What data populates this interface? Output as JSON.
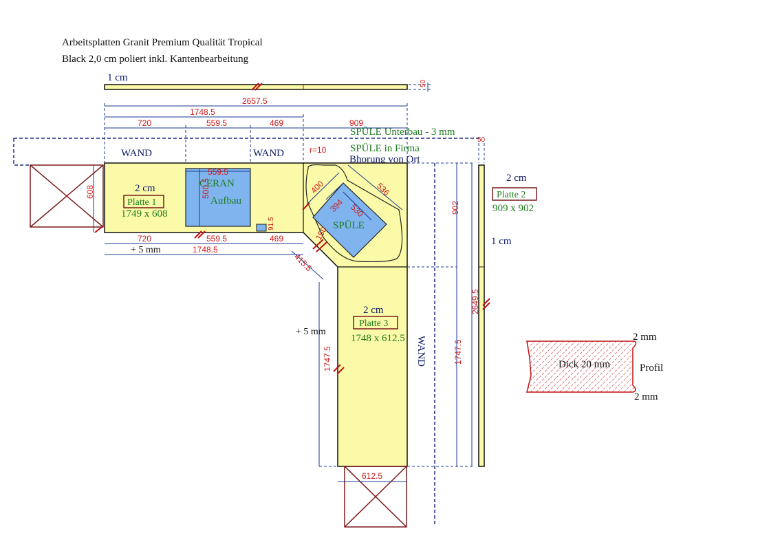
{
  "header": {
    "line1": "Arbeitsplatten Granit Premium Qualität Tropical",
    "line2": "Black 2,0 cm poliert inkl. Kantenbearbeitung"
  },
  "labels": {
    "top_strip_thickness": "1 cm",
    "wand_left": "WAND",
    "wand_mid": "WAND",
    "wand_right": "WAND",
    "spuele_unterbau": "SPÜLE  Unterbau - 3 mm",
    "spuele_firma": "SPÜLE in Firma",
    "bohrung": "Bhorung von Ort",
    "radius": "r=10",
    "ceran": "CERAN",
    "aufbau": "Aufbau",
    "spuele": "SPÜLE",
    "plus5_left": "+ 5 mm",
    "plus5_bottom": "+ 5 mm",
    "right_strip_thickness": "1 cm",
    "profil": "Profil",
    "profil_dick": "Dick 20 mm",
    "profil_top": "2 mm",
    "profil_bottom": "2 mm"
  },
  "plates": [
    {
      "thickness": "2 cm",
      "name": "Platte 1",
      "size": "1749 x 608"
    },
    {
      "thickness": "2 cm",
      "name": "Platte 2",
      "size": "909 x 902"
    },
    {
      "thickness": "2 cm",
      "name": "Platte 3",
      "size": "1748 x 612.5"
    }
  ],
  "dimensions": {
    "total_top": "2657.5",
    "plate1_top": "1748.5",
    "seg_720_top": "720",
    "seg_5595_top": "559.5",
    "seg_469_top": "469",
    "seg_909": "909",
    "strip_50_top": "50",
    "strip_50_right": "50",
    "depth_608": "608",
    "ceran_w": "559.5",
    "ceran_h": "500.5",
    "sink_400": "400",
    "sink_536": "536",
    "sink_394": "394",
    "sink_530": "530",
    "sink_150": "150",
    "small_915": "91.5",
    "seg_720_bottom": "720",
    "seg_5595_bottom": "559.5",
    "seg_469_bottom": "469",
    "plate1_bottom": "1748.5",
    "diag_4155": "415.5",
    "right_902": "902",
    "right_total": "2649.5",
    "right_17475": "1747.5",
    "left_17475": "1747.5",
    "bottom_6125": "612.5"
  },
  "colors": {
    "slab": "#fafaa8",
    "cutout": "#7fb4ee",
    "dimension_text": "#d01a1a",
    "dimension_line": "#1a3a8f",
    "plate_label": "#1f7a1f",
    "profile_hatch": "#c01010"
  }
}
